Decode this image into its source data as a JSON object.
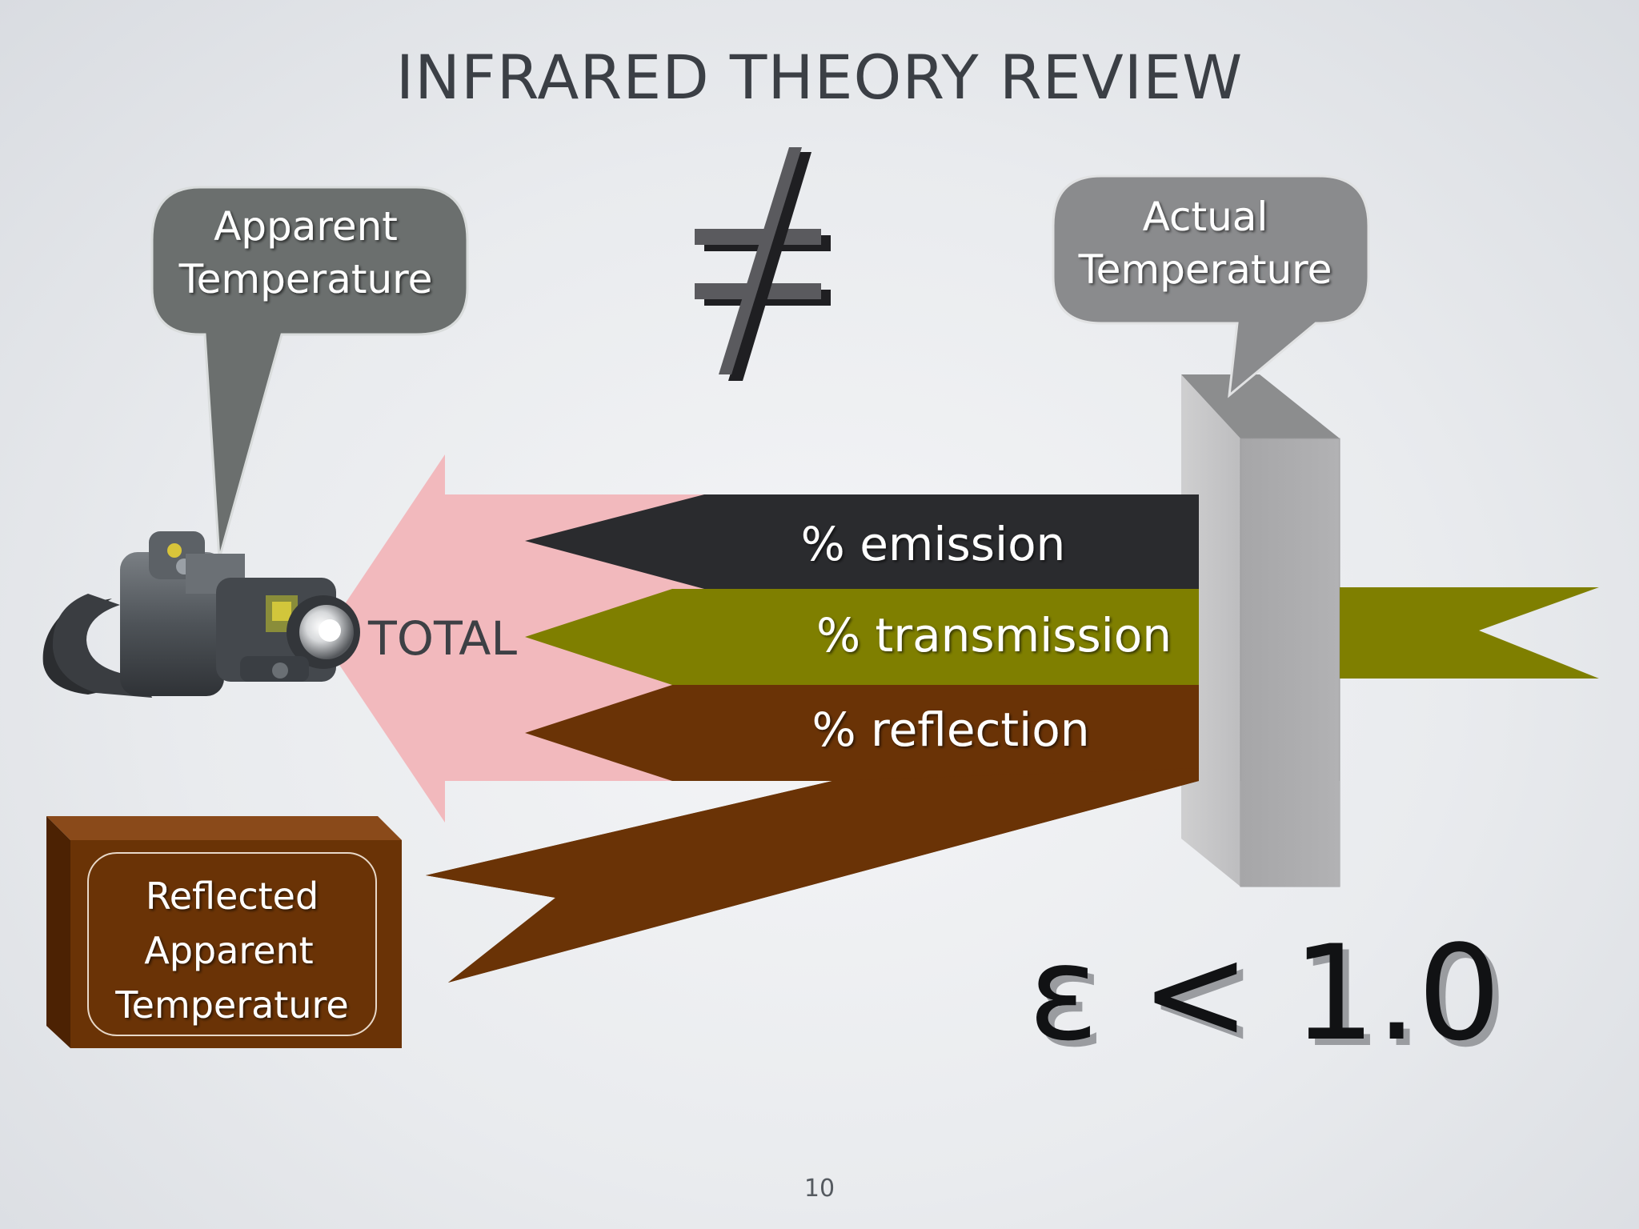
{
  "slide": {
    "title": "INFRARED THEORY REVIEW",
    "page_number": "10"
  },
  "symbols": {
    "not_equal": "≠",
    "epsilon_condition": "ε < 1.0"
  },
  "callouts": {
    "apparent": [
      "Apparent",
      "Temperature"
    ],
    "actual": [
      "Actual",
      "Temperature"
    ]
  },
  "reflected_box": [
    "Reflected",
    "Apparent",
    "Temperature"
  ],
  "arrows": {
    "total_label": "TOTAL",
    "emission_label": "% emission",
    "transmission_label": "% transmission",
    "reflection_label": "% reflection"
  },
  "colors": {
    "total": "#f2b9bd",
    "emission": "#2a2b2e",
    "transmission": "#7f7f00",
    "reflection": "#6a3306",
    "callout_apparent": "#6b6f6e",
    "callout_actual": "#8a8b8d",
    "wall_front": "#acacad",
    "wall_side": "#c7c7c8",
    "wall_top": "#8c8d8e"
  },
  "icons": {
    "camera": "thermal-camera-icon"
  }
}
